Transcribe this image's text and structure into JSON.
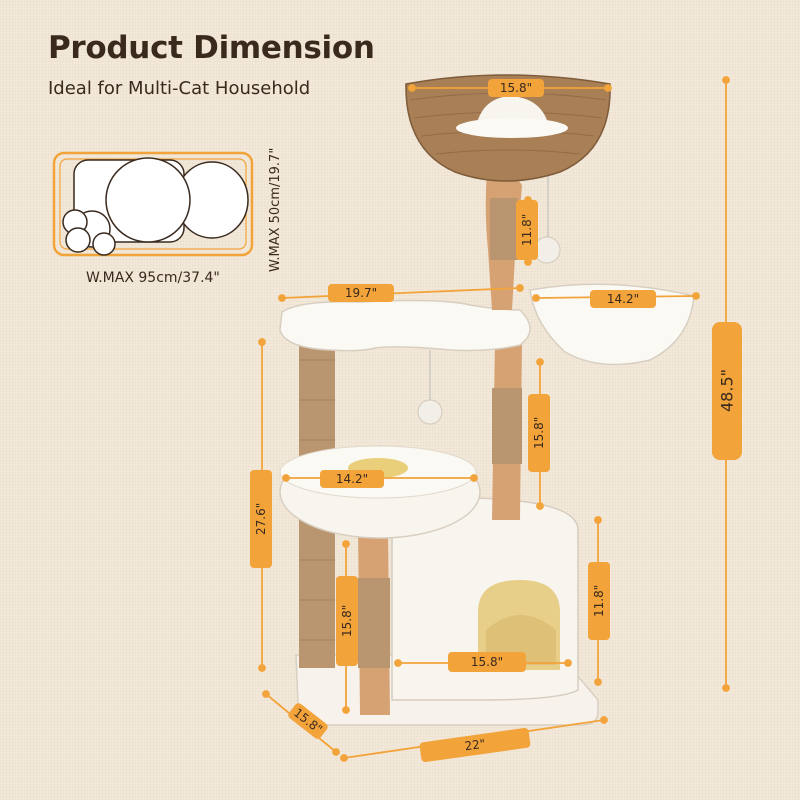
{
  "header": {
    "title": "Product Dimension",
    "subtitle": "Ideal for Multi-Cat Household"
  },
  "footprint": {
    "width_label": "W.MAX 95cm/37.4\"",
    "depth_label": "W.MAX 50cm/19.7\""
  },
  "dimensions": {
    "basket_width": "15.8\"",
    "upper_post": "11.8\"",
    "top_platform": "19.7\"",
    "hammock": "14.2\"",
    "middle_post": "15.8\"",
    "total_height": "48.5\"",
    "left_height": "27.6\"",
    "bed": "14.2\"",
    "lower_post": "15.8\"",
    "condo_height": "11.8\"",
    "condo_width": "15.8\"",
    "base_depth": "15.8\"",
    "base_width": "22\""
  },
  "colors": {
    "background": "#f3e9da",
    "accent": "#f2a33a",
    "text": "#3a2a1e"
  }
}
